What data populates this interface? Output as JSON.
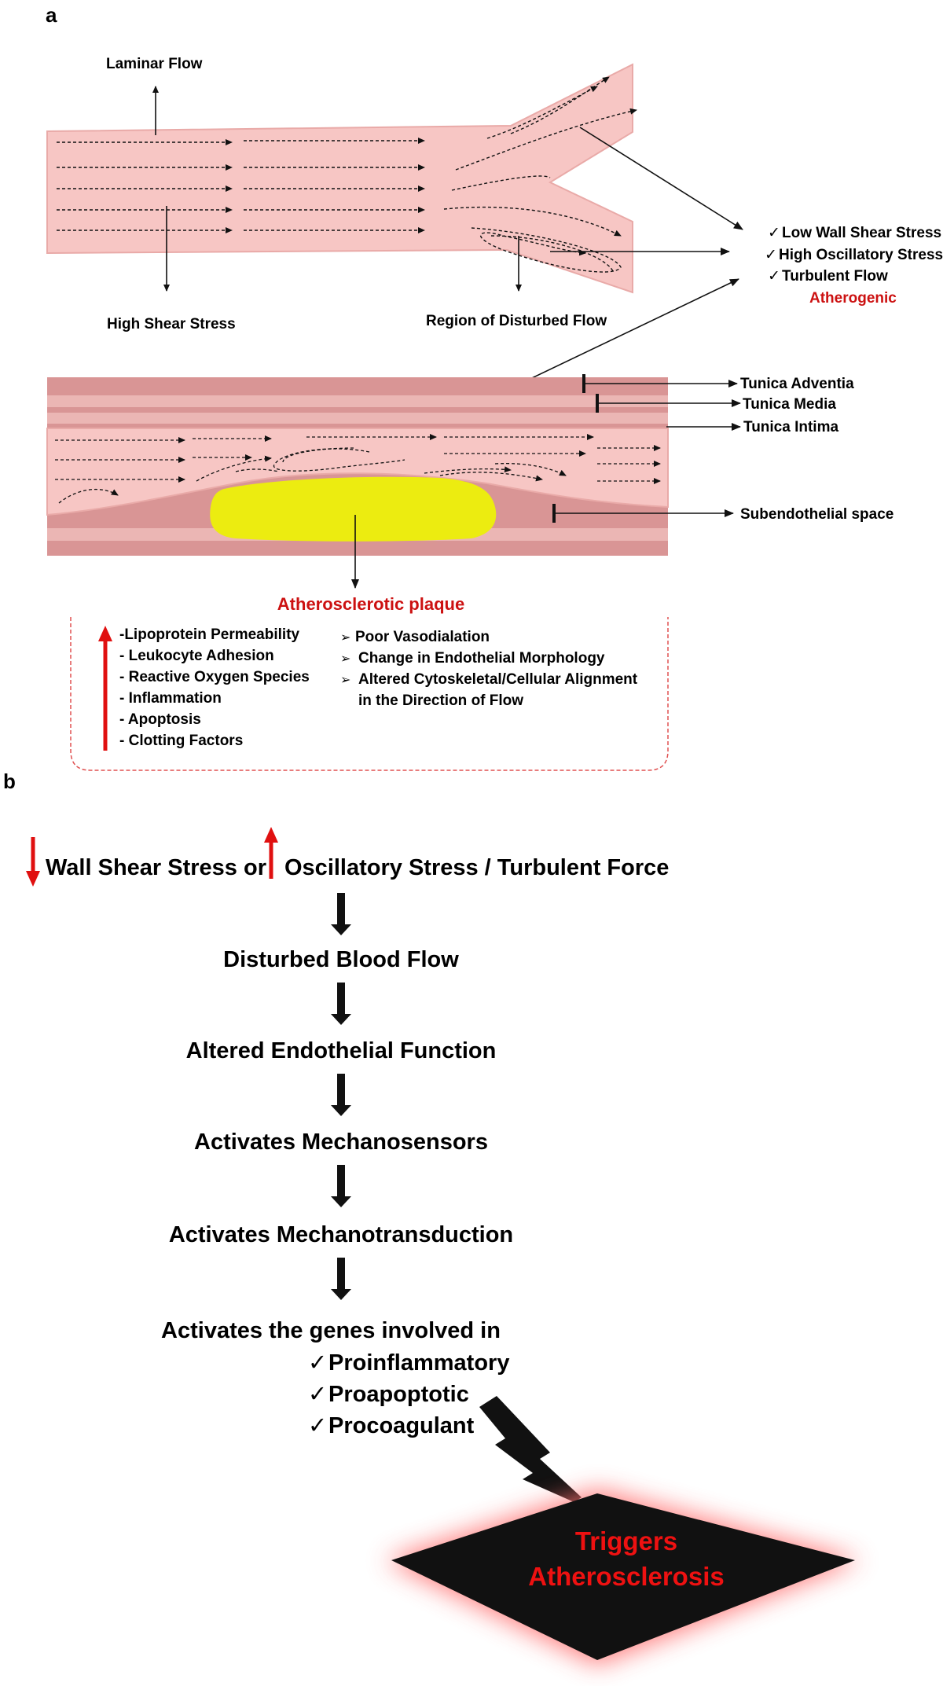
{
  "panel_a": {
    "letter": "a",
    "labels": {
      "laminar_flow": "Laminar Flow",
      "high_shear_stress": "High Shear Stress",
      "region_disturbed_flow": "Region of Disturbed Flow"
    },
    "conditions": [
      "Low Wall Shear Stress",
      "High Oscillatory Stress",
      "Turbulent Flow"
    ],
    "check_mark": "✓",
    "atherogenic": "Atherogenic",
    "layers": {
      "adventia": "Tunica Adventia",
      "media": "Tunica Media",
      "intima": "Tunica Intima",
      "subendothelial": "Subendothelial space"
    },
    "plaque_label": "Atherosclerotic plaque",
    "increased_effects": [
      "-Lipoprotein Permeability",
      "- Leukocyte Adhesion",
      "- Reactive Oxygen Species",
      "- Inflammation",
      "- Apoptosis",
      "- Clotting Factors"
    ],
    "other_effects": [
      "Poor Vasodialation",
      "Change in Endothelial Morphology",
      "Altered Cytoskeletal/Cellular Alignment",
      "in the Direction of Flow"
    ],
    "bullet": "➢",
    "colors": {
      "vessel": "#f7c6c4",
      "wall_dark": "#d99595",
      "wall_light": "#ebb6b4",
      "plaque": "#ecec10",
      "accent_red": "#cc1111"
    }
  },
  "panel_b": {
    "letter": "b",
    "top_line": {
      "part1": "Wall Shear Stress or",
      "part2": "Oscillatory Stress / Turbulent Force"
    },
    "steps": [
      "Disturbed Blood Flow",
      "Altered Endothelial Function",
      "Activates Mechanosensors",
      "Activates Mechanotransduction",
      "Activates the genes involved in"
    ],
    "genes": [
      "Proinflammatory",
      "Proapoptotic",
      "Procoagulant"
    ],
    "check_mark": "✓",
    "outcome": {
      "line1": "Triggers",
      "line2": "Atherosclerosis"
    }
  }
}
